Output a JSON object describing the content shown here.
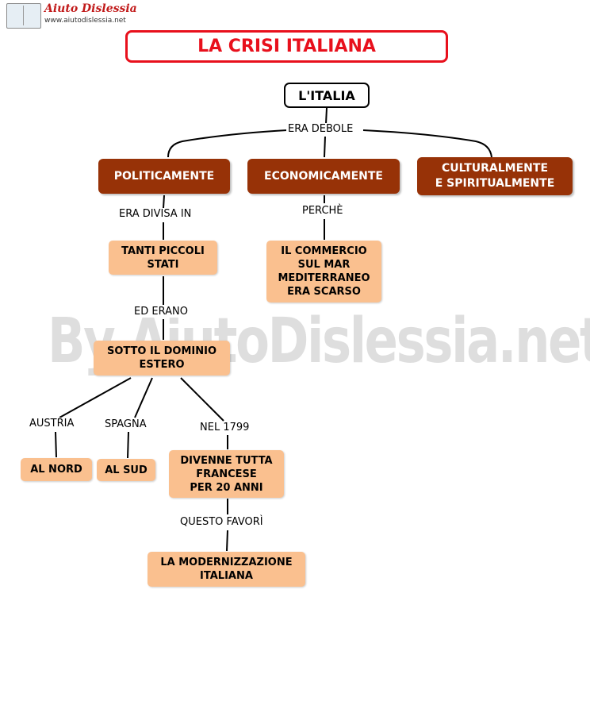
{
  "logo": {
    "brand": "Aiuto Dislessia",
    "url": "www.aiutodislessia.net"
  },
  "watermark": "By AiutoDislessia.net",
  "title": "LA CRISI ITALIANA",
  "root": "L'ITALIA",
  "links": {
    "era_debole": "ERA DEBOLE",
    "era_divisa_in": "ERA DIVISA IN",
    "perche": "PERCHÈ",
    "ed_erano": "ED ERANO",
    "austria": "AUSTRIA",
    "spagna": "SPAGNA",
    "nel_1799": "NEL 1799",
    "questo_favori": "QUESTO FAVORÌ"
  },
  "nodes": {
    "politicamente": "POLITICAMENTE",
    "economicamente": "ECONOMICAMENTE",
    "culturalmente": "CULTURALMENTE\nE SPIRITUALMENTE",
    "tanti_piccoli_stati": "TANTI PICCOLI\nSTATI",
    "commercio": "IL COMMERCIO\nSUL MAR\nMEDITERRANEO\nERA SCARSO",
    "dominio_estero": "SOTTO IL DOMINIO\nESTERO",
    "al_nord": "AL NORD",
    "al_sud": "AL SUD",
    "francese": "DIVENNE TUTTA\nFRANCESE\nPER 20 ANNI",
    "modernizzazione": "LA MODERNIZZAZIONE\nITALIANA"
  },
  "colors": {
    "title_red": "#e8101c",
    "brown_node": "#973207",
    "peach_node": "#fac08f",
    "watermark": "#d9d9d9"
  }
}
